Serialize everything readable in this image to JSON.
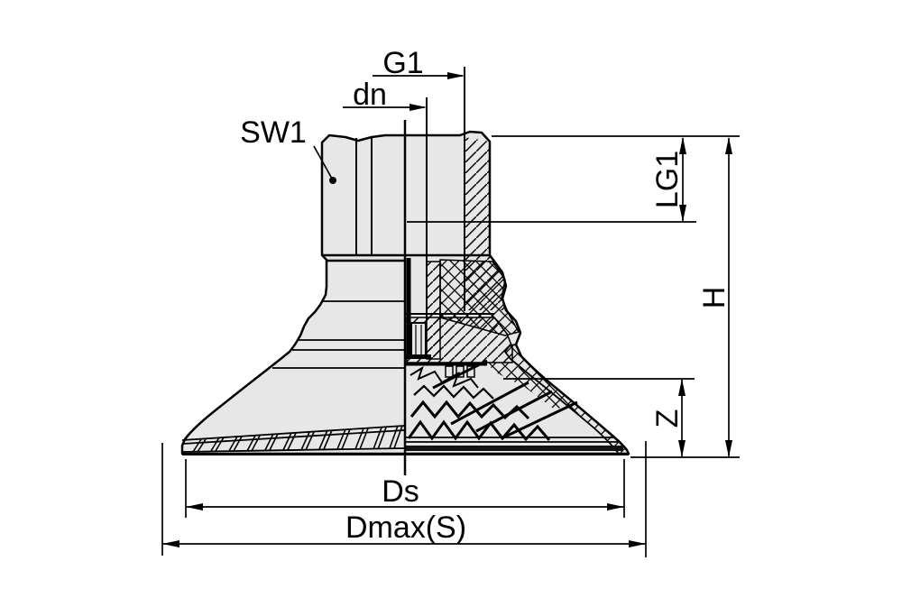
{
  "drawing": {
    "background_color": "#ffffff",
    "part_fill_color": "#e7e7e7",
    "line_color": "#000000"
  },
  "dimensions": {
    "g1": "G1",
    "dn": "dn",
    "sw1": "SW1",
    "lg1": "LG1",
    "h": "H",
    "z": "Z",
    "ds": "Ds",
    "dmax_s": "Dmax(S)"
  }
}
